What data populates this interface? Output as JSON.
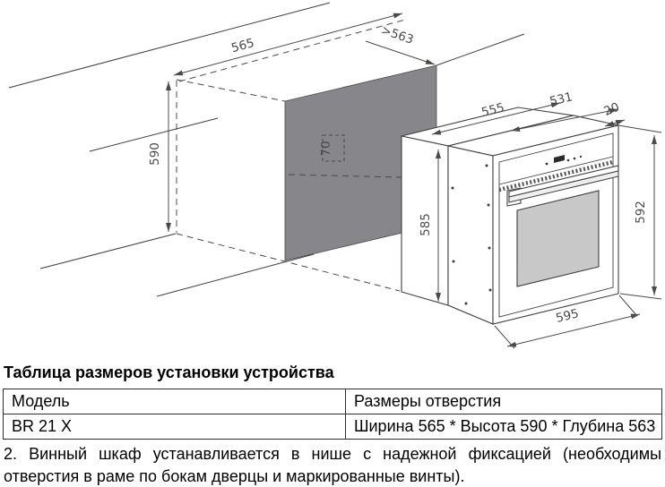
{
  "diagram": {
    "labels": {
      "niche_width": "565",
      "niche_depth": ">563",
      "niche_height": "590",
      "niche_cutout_width": "70",
      "oven_top_width": "555",
      "oven_back_width": "531",
      "frame_lip_depth": "20",
      "oven_body_height": "585",
      "oven_front_height": "592",
      "oven_front_width": "595"
    },
    "colors": {
      "line": "#3f3f3f",
      "niche_back_wall": "#86868b",
      "door_glass": "#c8c8c8",
      "display": "#2b2b2b"
    }
  },
  "table_section": {
    "heading": "Таблица размеров установки устройства",
    "table": {
      "columns": [
        "Модель",
        "Размеры отверстия"
      ],
      "rows": [
        [
          "BR 21 X",
          "Ширина 565 * Высота 590 * Глубина 563"
        ]
      ]
    },
    "note_line1": "2. Винный шкаф устанавливается в нише с надежной фиксацией (необходимы",
    "note_line2": "отверстия в раме по бокам дверцы и маркированные винты)."
  }
}
